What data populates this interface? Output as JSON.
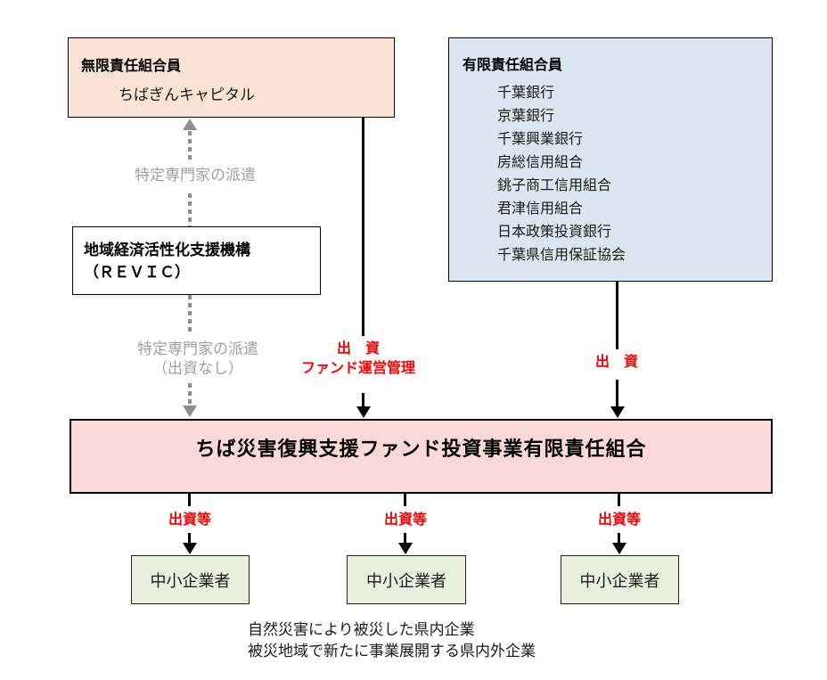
{
  "boxes": {
    "general_partner": {
      "heading": "無限責任組合員",
      "member": "ちばぎんキャピタル"
    },
    "limited_partners": {
      "heading": "有限責任組合員",
      "members": [
        "千葉銀行",
        "京葉銀行",
        "千葉興業銀行",
        "房総信用組合",
        "銚子商工信用組合",
        "君津信用組合",
        "日本政策投資銀行",
        "千葉県信用保証協会"
      ]
    },
    "revic": {
      "line1": "地域経済活性化支援機構",
      "line2": "（ＲＥＶＩＣ）"
    },
    "fund": {
      "title": "ちば災害復興支援ファンド投資事業有限責任組合"
    },
    "sme": {
      "label": "中小企業者"
    }
  },
  "arrows": {
    "dispatch_top_label": "特定専門家の派遣",
    "dispatch_bottom_label1": "特定専門家の派遣",
    "dispatch_bottom_label2": "（出資なし）",
    "gp_investment_label1": "出　資",
    "gp_investment_label2": "ファンド運営管理",
    "lp_investment_label": "出　資",
    "sme_investment_label": "出資等"
  },
  "footnote": {
    "line1": "自然災害により被災した県内企業",
    "line2": "被災地域で新たに事業展開する県内外企業"
  },
  "colors": {
    "gp_fill": "#fce4d4",
    "lp_fill": "#dce6f2",
    "fund_fill": "#fad9d7",
    "sme_fill": "#e9efdc",
    "arrow_black": "#000000",
    "gray_line": "#8f8f8f",
    "gray_text": "#a0a0a0",
    "red": "#ff0000"
  }
}
